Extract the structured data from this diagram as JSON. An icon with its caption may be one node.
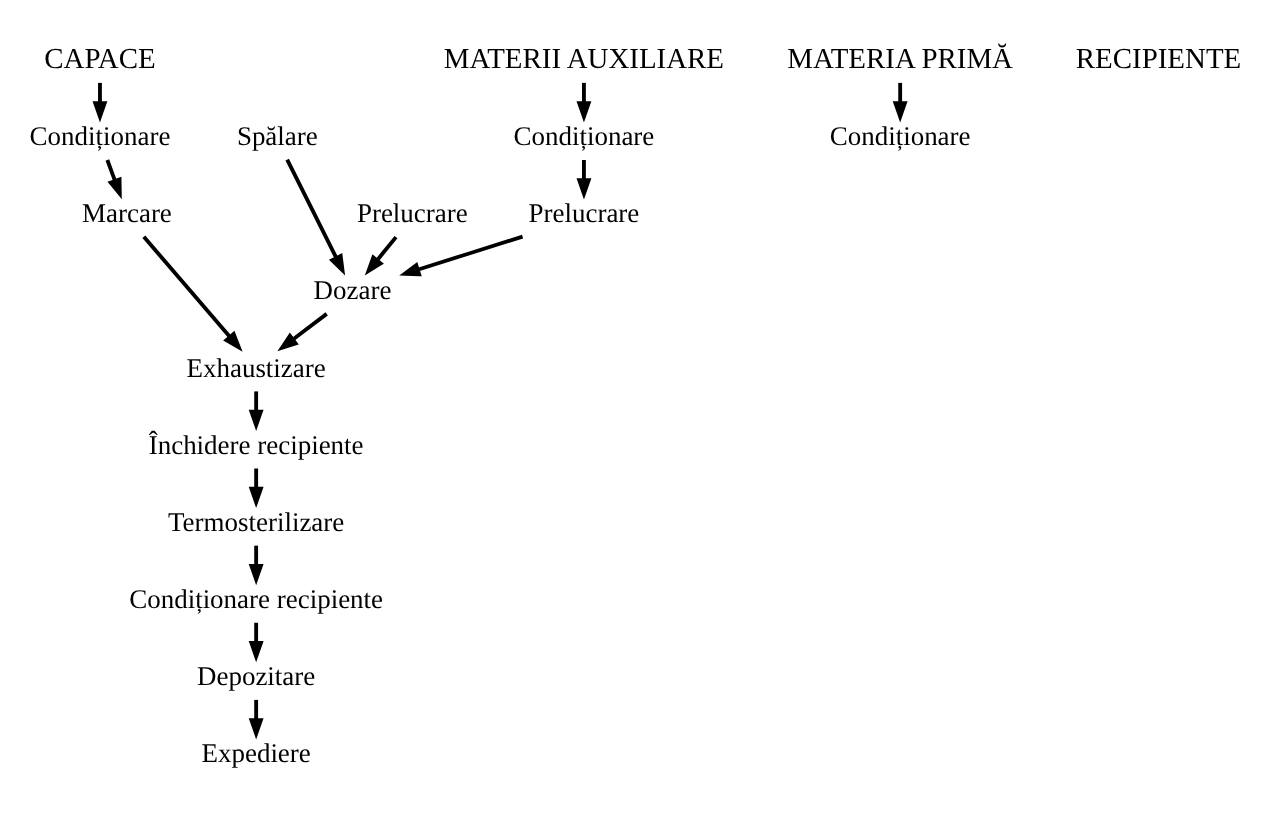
{
  "diagram": {
    "nodes": [
      {
        "text": [
          "MATERII AUXILIARE"
        ]
      },
      {
        "text": [
          "MATERIA PRIMĂ"
        ]
      },
      {
        "text": [
          "RECIPIENTE"
        ]
      },
      {
        "text": [
          "CAPACE"
        ]
      },
      {
        "text": [
          "Condiționare"
        ]
      },
      {
        "text": [
          "Condiționare"
        ]
      },
      {
        "text": [
          "Spălare"
        ]
      },
      {
        "text": [
          "Condiționare"
        ]
      },
      {
        "text": [
          "Prelucrare"
        ]
      },
      {
        "text": [
          "Prelucrare"
        ]
      },
      {
        "text": [
          "Marcare"
        ]
      },
      {
        "text": [
          "Dozare"
        ]
      },
      {
        "text": [
          "Exhaustizare"
        ]
      },
      {
        "text": [
          "Închidere recipiente"
        ]
      },
      {
        "text": [
          "Termosterilizare"
        ]
      },
      {
        "text": [
          "Condiționare recipiente"
        ]
      },
      {
        "text": [
          "Depozitare"
        ]
      },
      {
        "text": [
          "Expediere"
        ]
      }
    ],
    "edges": [
      {
        "from": 0,
        "to": 4,
        "arrow": "to"
      },
      {
        "from": 4,
        "to": 8,
        "arrow": "to"
      },
      {
        "from": 8,
        "to": 11,
        "arrow": "to"
      },
      {
        "from": 1,
        "to": 5,
        "arrow": "to"
      },
      {
        "from": 9,
        "to": 11,
        "arrow": "to"
      },
      {
        "from": 6,
        "to": 11,
        "arrow": "to"
      },
      {
        "from": 3,
        "to": 7,
        "arrow": "to"
      },
      {
        "from": 7,
        "to": 10,
        "arrow": "to"
      },
      {
        "from": 10,
        "to": 12,
        "arrow": "to"
      },
      {
        "from": 11,
        "to": 12,
        "arrow": "to"
      },
      {
        "from": 12,
        "to": 13,
        "arrow": "to"
      },
      {
        "from": 13,
        "to": 14,
        "arrow": "to"
      },
      {
        "from": 14,
        "to": 15,
        "arrow": "to"
      },
      {
        "from": 15,
        "to": 16,
        "arrow": "to"
      },
      {
        "from": 16,
        "to": 17,
        "arrow": "to"
      }
    ]
  }
}
